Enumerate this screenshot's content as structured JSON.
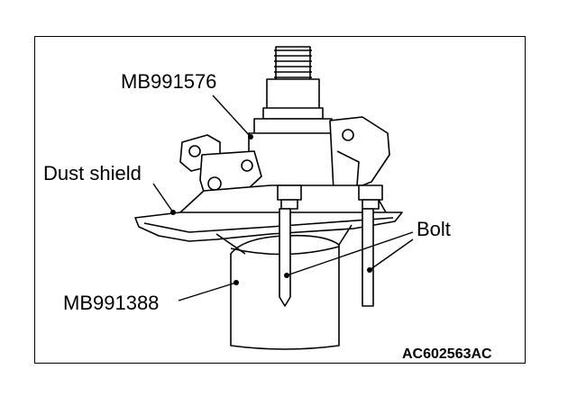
{
  "labels": {
    "tool_top": "MB991576",
    "dust_shield": "Dust shield",
    "bolt": "Bolt",
    "tool_bottom": "MB991388"
  },
  "figure_code": "AC602563AC"
}
